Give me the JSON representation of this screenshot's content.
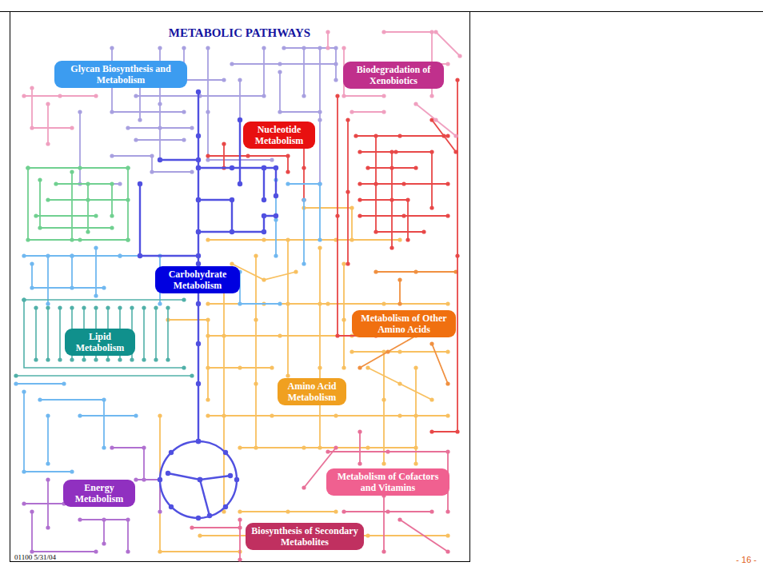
{
  "diagram": {
    "title": "METABOLIC PATHWAYS",
    "nodes": [
      {
        "text": [
          "Glycan Biosynthesis and Metabolism"
        ]
      },
      {
        "text": [
          "Biodegradation of Xenobiotics"
        ]
      },
      {
        "text": [
          "Nucleotide Metabolism"
        ]
      },
      {
        "text": [
          "Carbohydrate Metabolism"
        ]
      },
      {
        "text": [
          "Metabolism of Other Amino Acids"
        ]
      },
      {
        "text": [
          "Lipid Metabolism"
        ]
      },
      {
        "text": [
          "Amino Acid Metabolism"
        ]
      },
      {
        "text": [
          "Metabolism of Cofactors and Vitamins"
        ]
      },
      {
        "text": [
          "Energy Metabolism"
        ]
      },
      {
        "text": [
          "Biosynthesis of Secondary Metabolites"
        ]
      }
    ],
    "labels": [
      "01100 5/31/04",
      "- 16 -"
    ]
  }
}
